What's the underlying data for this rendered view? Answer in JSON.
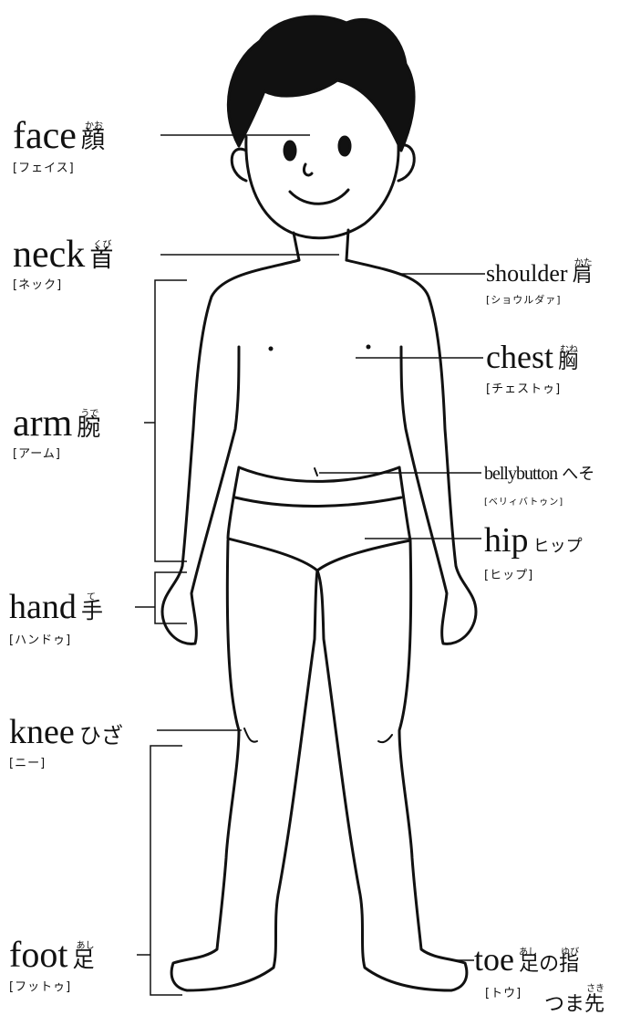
{
  "labels": {
    "face": {
      "en": "face",
      "kanji": "顔",
      "ruby": "かお",
      "kana": "[フェイス]"
    },
    "neck": {
      "en": "neck",
      "kanji": "首",
      "ruby": "くび",
      "kana": "[ネック]"
    },
    "arm": {
      "en": "arm",
      "kanji": "腕",
      "ruby": "うで",
      "kana": "[アーム]"
    },
    "hand": {
      "en": "hand",
      "kanji": "手",
      "ruby": "て",
      "kana": "[ハンドゥ]"
    },
    "knee": {
      "en": "knee",
      "kanji": "ひざ",
      "kana": "[ニー]"
    },
    "foot": {
      "en": "foot",
      "kanji": "足",
      "ruby": "あし",
      "kana": "[フットゥ]"
    },
    "shoulder": {
      "en": "shoulder",
      "kanji": "肩",
      "ruby": "かた",
      "kana": "[ショウルダァ]"
    },
    "chest": {
      "en": "chest",
      "kanji": "胸",
      "ruby": "むね",
      "kana": "[チェストゥ]"
    },
    "bellybutton": {
      "en": "bellybutton",
      "kanji": "へそ",
      "kana": "[ベリィバトゥン]"
    },
    "hip": {
      "en": "hip",
      "kanji": "ヒップ",
      "kana": "[ヒップ]"
    },
    "toe": {
      "en": "toe",
      "kanji": "足の指",
      "ruby1": "あし",
      "ruby2": "ゆび",
      "kana": "[トウ]",
      "alt": "つま先",
      "alt_ruby": "さき"
    }
  }
}
